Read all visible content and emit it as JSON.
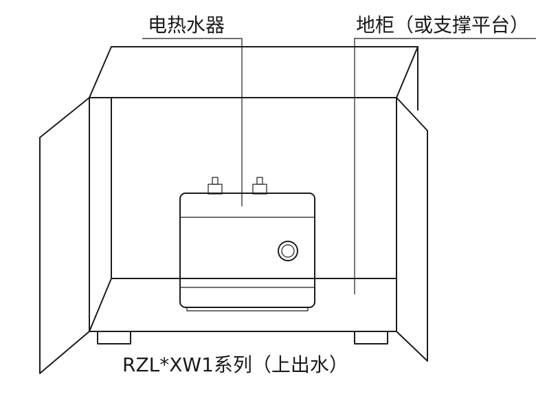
{
  "labels": {
    "heater": "电热水器",
    "cabinet": "地柜（或支撑平台）",
    "caption": "RZL*XW1系列（上出水）"
  }
}
